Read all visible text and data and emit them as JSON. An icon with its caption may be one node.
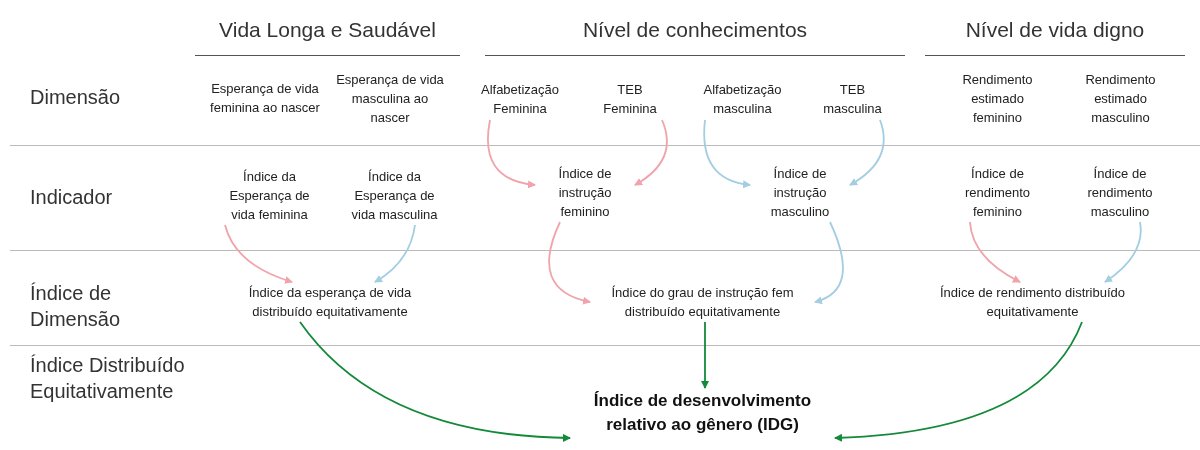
{
  "diagram": {
    "nodes": [
      {
        "text": [
          "Esperança de vida feminina ao nascer"
        ]
      },
      {
        "text": [
          "Esperança de vida masculina ao nascer"
        ]
      },
      {
        "text": [
          "Alfabetização Feminina"
        ]
      },
      {
        "text": [
          "TEB Feminina"
        ]
      },
      {
        "text": [
          "Alfabetização masculina"
        ]
      },
      {
        "text": [
          "TEB masculina"
        ]
      },
      {
        "text": [
          "Rendimento estimado feminino"
        ]
      },
      {
        "text": [
          "Rendimento estimado masculino"
        ]
      },
      {
        "text": [
          "Índice da Esperança de vida feminina"
        ]
      },
      {
        "text": [
          "Índice da Esperança de vida masculina"
        ]
      },
      {
        "text": [
          "Índice de instrução feminino"
        ]
      },
      {
        "text": [
          "Índice de instrução masculino"
        ]
      },
      {
        "text": [
          "Índice de rendimento feminino"
        ]
      },
      {
        "text": [
          "Índice de rendimento masculino"
        ]
      },
      {
        "text": [
          "Índice da esperança de vida distribuído equitativamente"
        ]
      },
      {
        "text": [
          "Índice do grau de instrução fem distribuído equitativamente"
        ]
      },
      {
        "text": [
          "Índice de rendimento distribuído equitativamente"
        ]
      },
      {
        "text": [
          "Índice de desenvolvimento relativo ao gênero (IDG)"
        ]
      }
    ],
    "edges": [
      {
        "from": 8,
        "to": 14,
        "arrow": "to",
        "color": "#f0a3aa"
      },
      {
        "from": 9,
        "to": 14,
        "arrow": "to",
        "color": "#a3cde0"
      },
      {
        "from": 2,
        "to": 10,
        "arrow": "to",
        "color": "#f0a3aa"
      },
      {
        "from": 3,
        "to": 10,
        "arrow": "to",
        "color": "#f0a3aa"
      },
      {
        "from": 4,
        "to": 11,
        "arrow": "to",
        "color": "#a3cde0"
      },
      {
        "from": 5,
        "to": 11,
        "arrow": "to",
        "color": "#a3cde0"
      },
      {
        "from": 10,
        "to": 15,
        "arrow": "to",
        "color": "#f0a3aa"
      },
      {
        "from": 11,
        "to": 15,
        "arrow": "to",
        "color": "#a3cde0"
      },
      {
        "from": 12,
        "to": 16,
        "arrow": "to",
        "color": "#f0a3aa"
      },
      {
        "from": 13,
        "to": 16,
        "arrow": "to",
        "color": "#a3cde0"
      },
      {
        "from": 14,
        "to": 17,
        "arrow": "to",
        "color": "#13893a"
      },
      {
        "from": 15,
        "to": 17,
        "arrow": "to",
        "color": "#13893a"
      },
      {
        "from": 16,
        "to": 17,
        "arrow": "to",
        "color": "#13893a"
      }
    ],
    "labels": [
      "Vida Longa e Saudável",
      "Nível de conhecimentos",
      "Nível de vida digno",
      "Dimensão",
      "Indicador",
      "Índice de Dimensão",
      "Índice Distribuído Equitativamente"
    ]
  }
}
